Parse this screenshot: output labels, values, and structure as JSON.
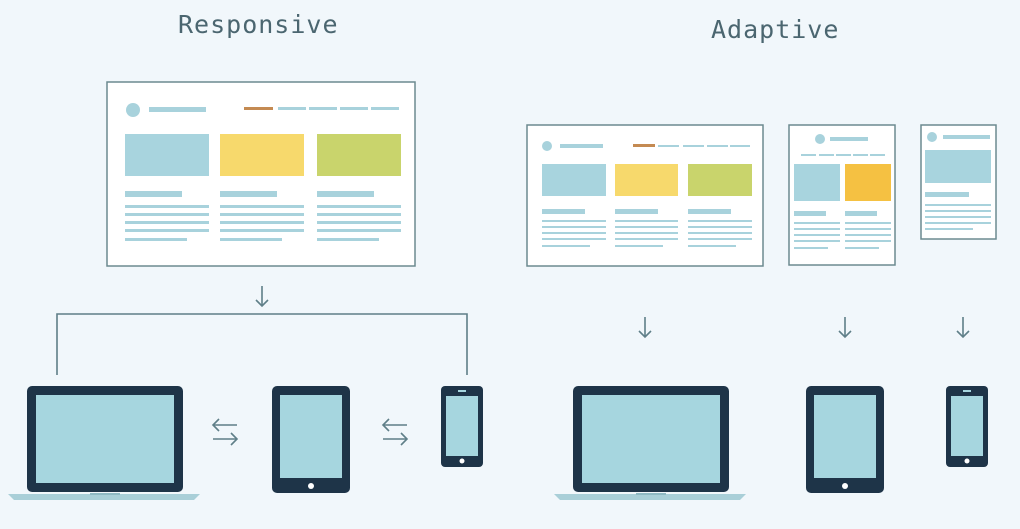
{
  "titles": {
    "responsive": "Responsive",
    "adaptive": "Adaptive"
  },
  "colors": {
    "background": "#f1f7fb",
    "frame_border": "#6c8a90",
    "placeholder_line": "#a8d2dc",
    "block_blue": "#a8d4de",
    "block_yellow": "#f7d96c",
    "block_green": "#c9d46c",
    "block_orange": "#f5c142",
    "nav_active": "#c48a52",
    "device_dark": "#1e3448",
    "device_screen": "#a6d6df",
    "laptop_base": "#a9cfd8",
    "connector": "#5f7f88"
  },
  "icons": {
    "down_arrow": "down-arrow-icon",
    "swap_arrows": "left-right-arrows-icon"
  },
  "diagram": {
    "sections": [
      "responsive",
      "adaptive"
    ],
    "responsive": {
      "layouts": 1,
      "devices": [
        "laptop",
        "tablet",
        "phone"
      ]
    },
    "adaptive": {
      "layouts": [
        "desktop",
        "tablet",
        "phone"
      ],
      "devices": [
        "laptop",
        "tablet",
        "phone"
      ]
    }
  }
}
